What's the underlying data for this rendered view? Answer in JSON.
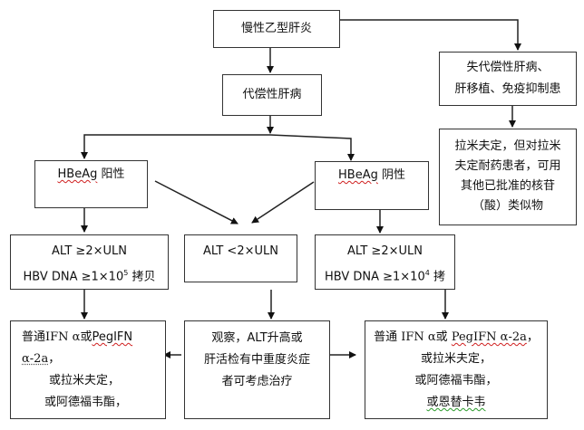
{
  "title": "慢性乙型肝炎治疗流程图",
  "nodes": {
    "root": {
      "label": "慢性乙型肝炎"
    },
    "compensated": {
      "label": "代偿性肝病"
    },
    "decompensated": {
      "lines": [
        "失代偿性肝病、",
        "肝移植、免疫抑制患"
      ]
    },
    "decomp_treatment": {
      "lines": [
        "拉米夫定，但对拉米",
        "夫定耐药患者，可用",
        "其他已批准的核苷",
        "（酸）类似物"
      ]
    },
    "hbeag_positive": {
      "marker": "HBeAg",
      "label": "阳性"
    },
    "hbeag_negative": {
      "marker": "HBeAg",
      "label": "阴性"
    },
    "pos_criteria": {
      "line1": "ALT ≥2×ULN",
      "line2_prefix": "HBV DNA ≥1×10",
      "line2_exp": "5",
      "line2_suffix": " 拷贝"
    },
    "low_alt": {
      "line1": "ALT <2×ULN"
    },
    "neg_criteria": {
      "line1": "ALT ≥2×ULN",
      "line2_prefix": "HBV DNA ≥1×10",
      "line2_exp": "4",
      "line2_suffix": " 拷"
    },
    "pos_treatment": {
      "line1_prefix": "普通IFN α或",
      "line1_peg": "PegIFN",
      "line2_alpha": "α-2a",
      "line2_suffix": "，",
      "line3": "或拉米夫定，",
      "line4": "或阿德福韦酯，"
    },
    "observe": {
      "lines": [
        "观察，ALT升高或",
        "肝活检有中重度炎症",
        "者可考虑治疗"
      ]
    },
    "neg_treatment": {
      "line1_prefix": "普通 IFN α或 ",
      "line1_peg": "PegIFN α-2a",
      "line1_suffix": "，",
      "line2": "或拉米夫定，",
      "line3": "或阿德福韦酯，",
      "line4": "或恩替卡韦"
    }
  },
  "edges": [
    {
      "from": "root",
      "to": "compensated"
    },
    {
      "from": "root",
      "to": "decompensated"
    },
    {
      "from": "decompensated",
      "to": "decomp_treatment"
    },
    {
      "from": "compensated",
      "to": "hbeag_positive"
    },
    {
      "from": "compensated",
      "to": "hbeag_negative"
    },
    {
      "from": "hbeag_positive",
      "to": "pos_criteria"
    },
    {
      "from": "hbeag_positive",
      "to": "low_alt"
    },
    {
      "from": "hbeag_negative",
      "to": "low_alt"
    },
    {
      "from": "hbeag_negative",
      "to": "neg_criteria"
    },
    {
      "from": "pos_criteria",
      "to": "pos_treatment"
    },
    {
      "from": "low_alt",
      "to": "observe"
    },
    {
      "from": "neg_criteria",
      "to": "neg_treatment"
    },
    {
      "from": "observe",
      "to": "pos_treatment"
    },
    {
      "from": "observe",
      "to": "neg_treatment"
    }
  ]
}
